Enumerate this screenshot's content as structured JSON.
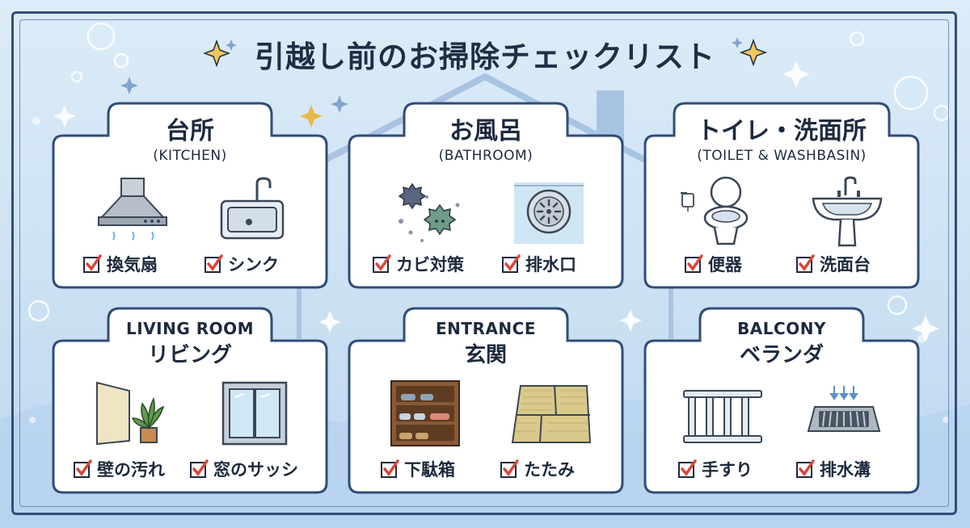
{
  "title": "引越し前のお掃除チェックリスト",
  "colors": {
    "frame": "#2f4d78",
    "check": "#d9453a",
    "card_border": "#2f4d78",
    "sparkle": "#e9b84a"
  },
  "cards": [
    {
      "id": "kitchen",
      "title": "台所",
      "subtitle": "(KITCHEN)",
      "items": [
        {
          "label": "換気扇",
          "icon": "range-hood-icon"
        },
        {
          "label": "シンク",
          "icon": "sink-icon"
        }
      ]
    },
    {
      "id": "bathroom",
      "title": "お風呂",
      "subtitle": "(BATHROOM)",
      "items": [
        {
          "label": "カビ対策",
          "icon": "mold-icon"
        },
        {
          "label": "排水口",
          "icon": "drain-icon"
        }
      ]
    },
    {
      "id": "toilet",
      "title": "トイレ・洗面所",
      "subtitle": "(TOILET & WASHBASIN)",
      "items": [
        {
          "label": "便器",
          "icon": "toilet-icon"
        },
        {
          "label": "洗面台",
          "icon": "washbasin-icon"
        }
      ]
    },
    {
      "id": "living",
      "title": "LIVING ROOM",
      "subtitle": "リビング",
      "items": [
        {
          "label": "壁の汚れ",
          "icon": "wall-plant-icon"
        },
        {
          "label": "窓のサッシ",
          "icon": "window-icon"
        }
      ]
    },
    {
      "id": "entrance",
      "title": "ENTRANCE",
      "subtitle": "玄関",
      "items": [
        {
          "label": "下駄箱",
          "icon": "shoe-cabinet-icon"
        },
        {
          "label": "たたみ",
          "icon": "tatami-icon"
        }
      ]
    },
    {
      "id": "balcony",
      "title": "BALCONY",
      "subtitle": "ベランダ",
      "items": [
        {
          "label": "手すり",
          "icon": "railing-icon"
        },
        {
          "label": "排水溝",
          "icon": "gutter-icon"
        }
      ]
    }
  ]
}
